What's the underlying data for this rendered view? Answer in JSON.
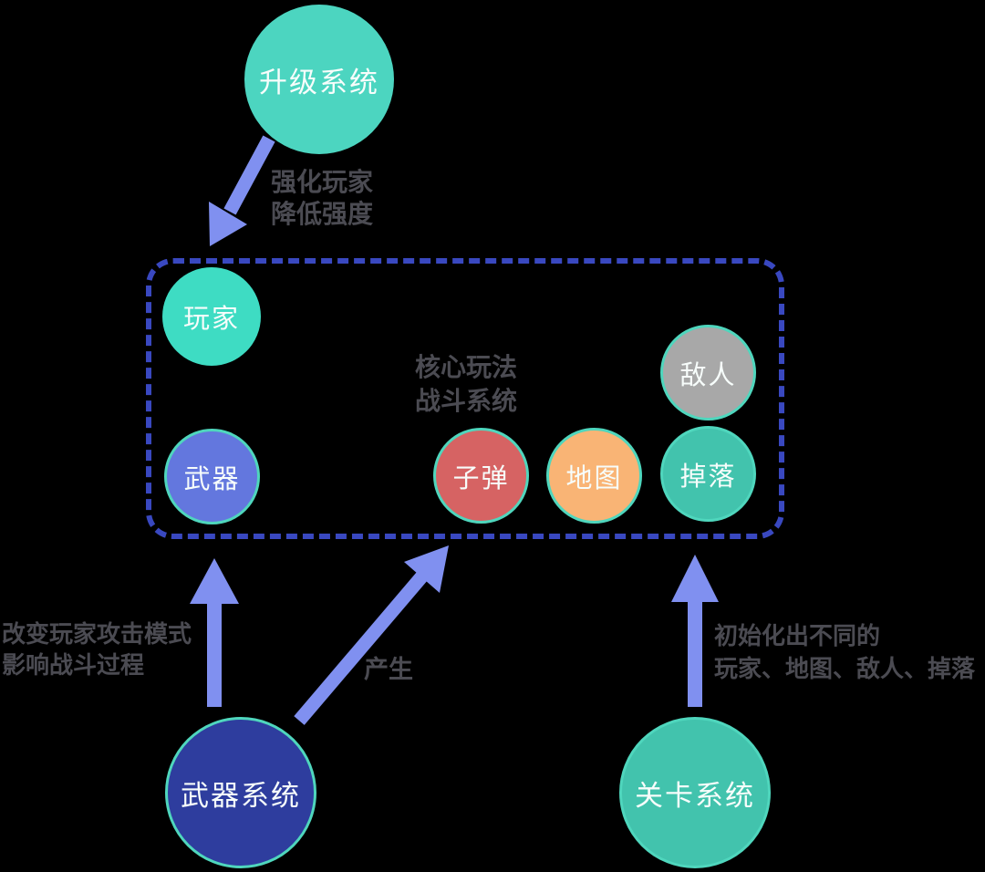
{
  "diagram": {
    "background": "#000000",
    "arrow_color": "#8090f0",
    "box_border_color": "#3948c0",
    "node_border_color": "#4fd6bd",
    "nodes": {
      "upgrade_system": {
        "label": "升级系统",
        "color": "#4cd5c0"
      },
      "player": {
        "label": "玩家",
        "color": "#3edcc3"
      },
      "weapon": {
        "label": "武器",
        "color": "#6377de"
      },
      "bullet": {
        "label": "子弹",
        "color": "#d66363"
      },
      "map": {
        "label": "地图",
        "color": "#f9b475"
      },
      "enemy": {
        "label": "敌人",
        "color": "#a8a8a8"
      },
      "drop": {
        "label": "掉落",
        "color": "#42c3ad"
      },
      "weapon_system": {
        "label": "武器系统",
        "color": "#2e3d9e"
      },
      "level_system": {
        "label": "关卡系统",
        "color": "#42c3ad"
      }
    },
    "core_box": {
      "title_line1": "核心玩法",
      "title_line2": "战斗系统"
    },
    "edge_labels": {
      "upgrade_effect_line1": "强化玩家",
      "upgrade_effect_line2": "降低强度",
      "weapon_effect_line1": "改变玩家攻击模式",
      "weapon_effect_line2": "影响战斗过程",
      "produce": "产生",
      "level_effect_line1": "初始化出不同的",
      "level_effect_line2": "玩家、地图、敌人、掉落"
    }
  }
}
